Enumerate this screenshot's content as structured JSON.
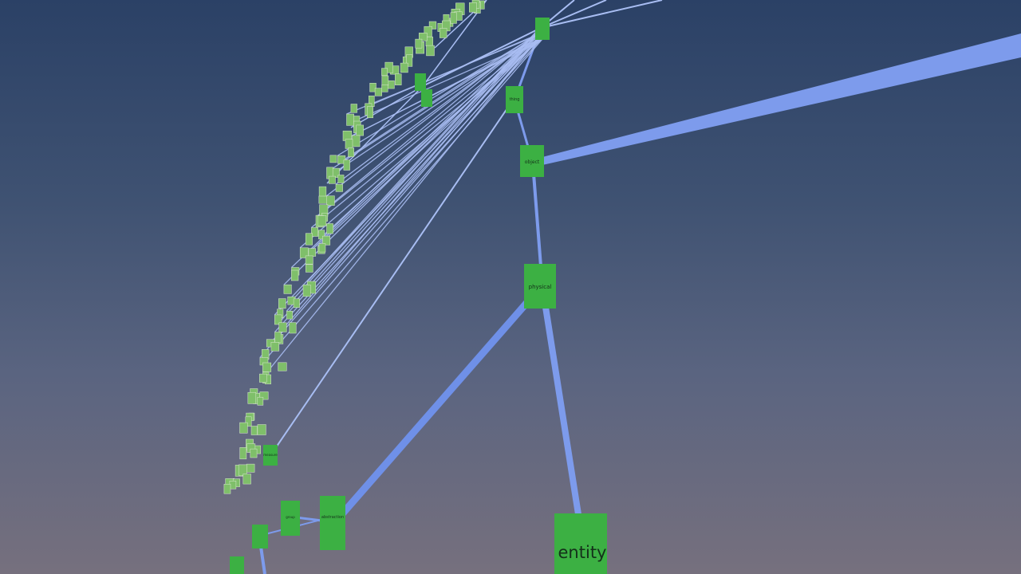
{
  "graph": {
    "root_label": "entity",
    "small_labels": [
      "physical",
      "abstraction",
      "group",
      "object",
      "thing",
      "measure"
    ],
    "colors": {
      "node_main": "#3cb043",
      "node_small": "#7fbf6a",
      "edge_main": "#7d9bec",
      "edge_thin": "#a8bdf2",
      "node_text": "#14301a"
    }
  }
}
